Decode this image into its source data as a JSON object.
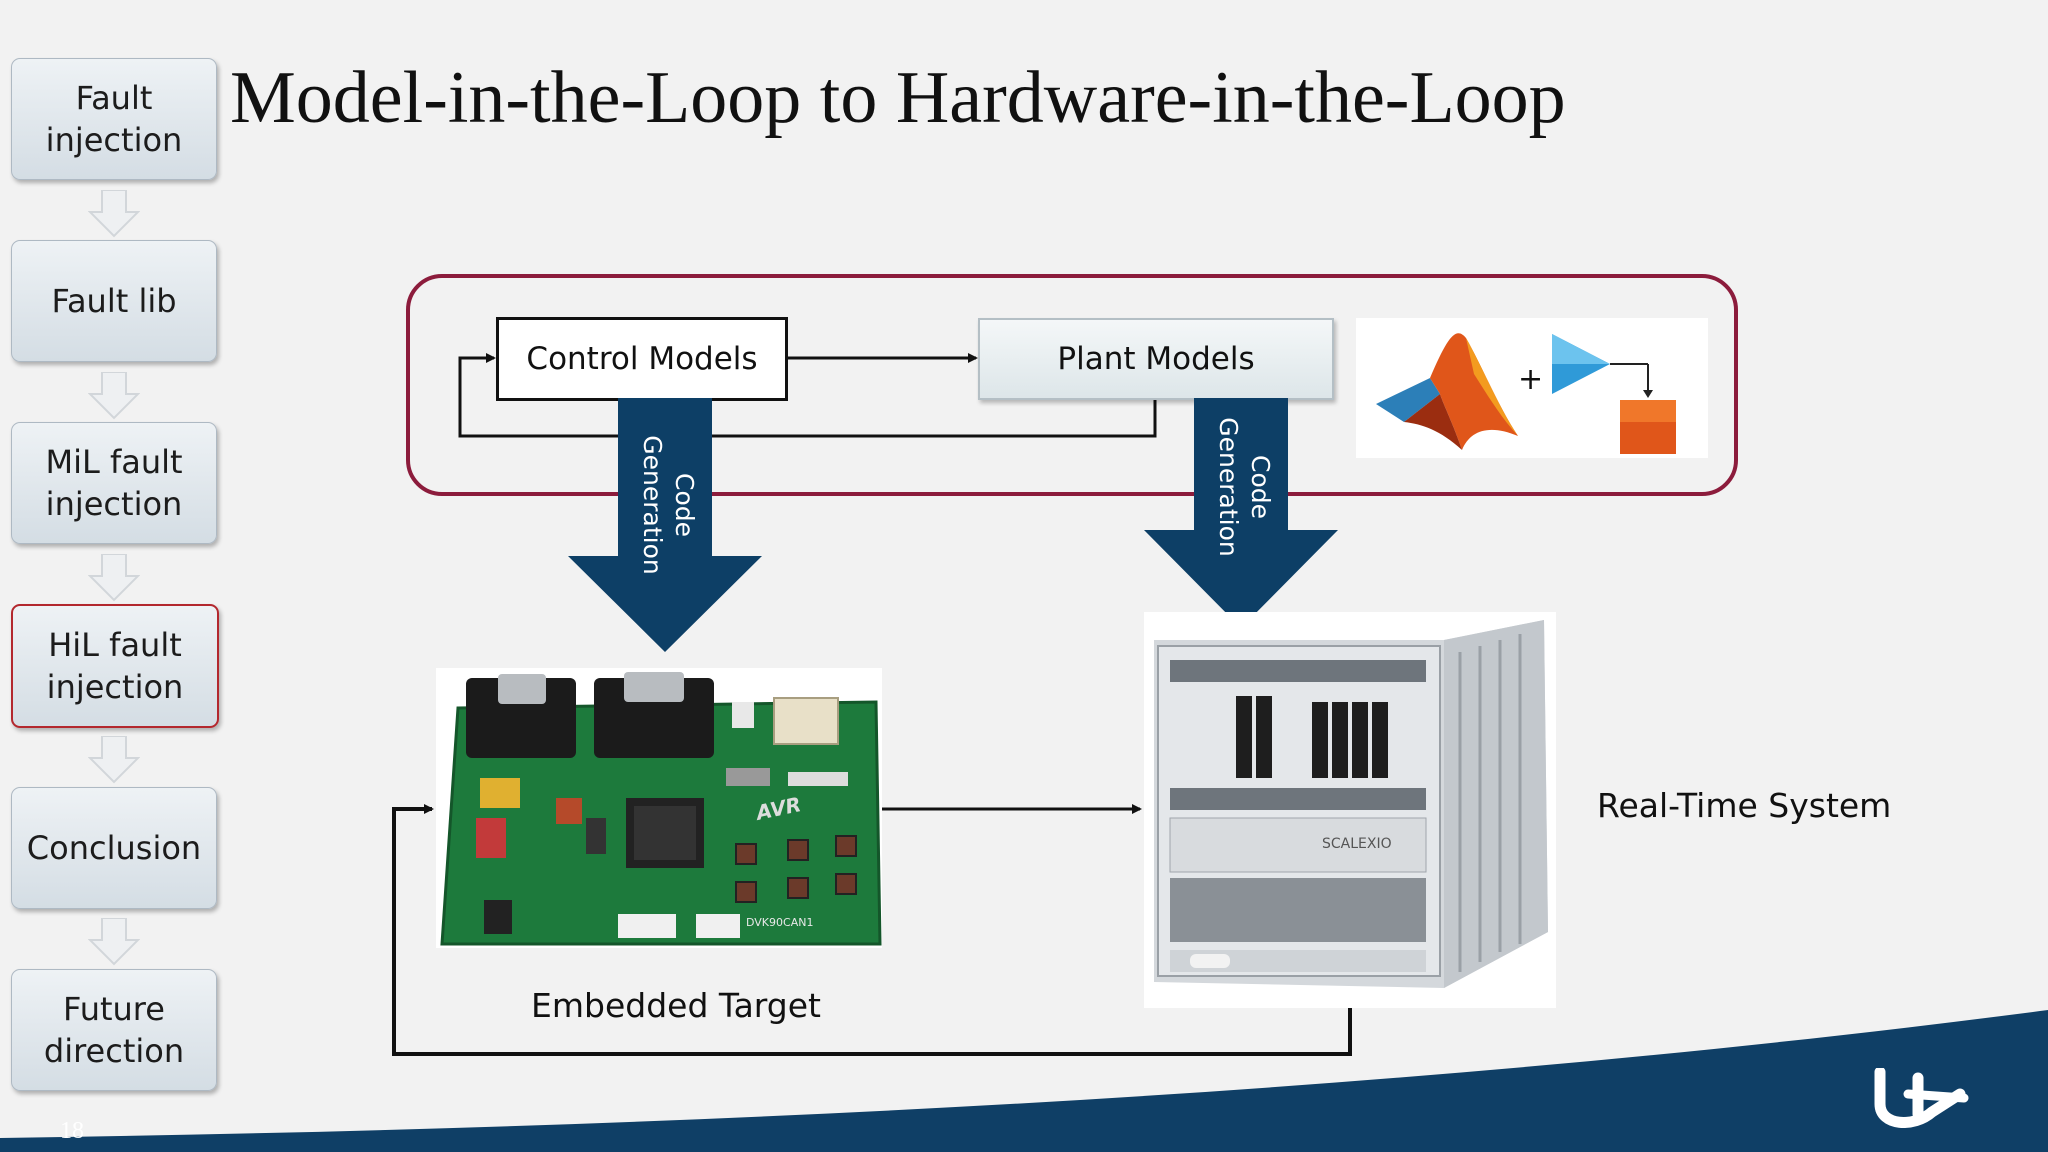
{
  "slide": {
    "title": "Model-in-the-Loop to Hardware-in-the-Loop",
    "page_number": "18"
  },
  "nav": {
    "items": [
      {
        "label": "Fault\ninjection",
        "active": false
      },
      {
        "label": "Fault lib",
        "active": false
      },
      {
        "label": "MiL fault\ninjection",
        "active": false
      },
      {
        "label": "HiL fault\ninjection",
        "active": true
      },
      {
        "label": "Conclusion",
        "active": false
      },
      {
        "label": "Future\ndirection",
        "active": false
      }
    ]
  },
  "diagram": {
    "control_models": "Control Models",
    "plant_models": "Plant Models",
    "code_generation_left": "Code\nGeneration",
    "code_generation_right": "Code\nGeneration",
    "plus_sign": "+",
    "embedded_target": "Embedded Target",
    "real_time_system": "Real-Time System",
    "board_label": "DVK90CAN1",
    "board_brand": "AVR",
    "hil_brand": "SCALEXIO"
  },
  "colors": {
    "background": "#f2f2f2",
    "loop_border": "#8c1c3c",
    "arrow_fill": "#0d3f66",
    "footer_wave": "#0f3f66",
    "active_border": "#b3282e",
    "pcb_green": "#1d7a3c"
  }
}
